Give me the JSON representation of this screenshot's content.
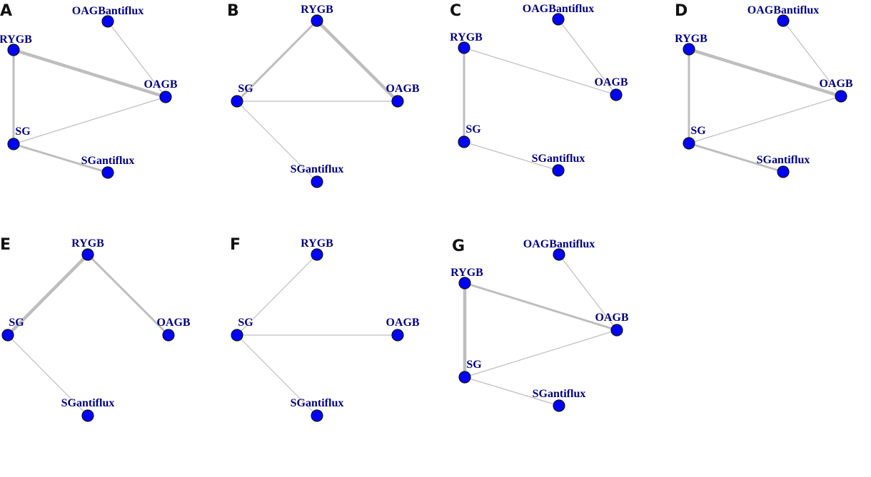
{
  "figure": {
    "node_color": "#0000FF",
    "label_color": "#000080",
    "edge_color": "#BEBEBE",
    "panels": [
      {
        "letter": "A",
        "nodes": [
          "OAGBantiflux",
          "RYGB",
          "OAGB",
          "SG",
          "SGantiflux"
        ],
        "edges": [
          {
            "from": "RYGB",
            "to": "OAGB",
            "weight": "thick"
          },
          {
            "from": "RYGB",
            "to": "SG",
            "weight": "medium"
          },
          {
            "from": "SG",
            "to": "OAGB",
            "weight": "thin"
          },
          {
            "from": "SG",
            "to": "SGantiflux",
            "weight": "medium"
          },
          {
            "from": "OAGBantiflux",
            "to": "OAGB",
            "weight": "thin"
          }
        ]
      },
      {
        "letter": "B",
        "nodes": [
          "RYGB",
          "SG",
          "OAGB",
          "SGantiflux"
        ],
        "edges": [
          {
            "from": "RYGB",
            "to": "OAGB",
            "weight": "thick"
          },
          {
            "from": "RYGB",
            "to": "SG",
            "weight": "medium"
          },
          {
            "from": "SG",
            "to": "OAGB",
            "weight": "thin"
          },
          {
            "from": "SG",
            "to": "SGantiflux",
            "weight": "thin"
          }
        ]
      },
      {
        "letter": "C",
        "nodes": [
          "OAGBantiflux",
          "RYGB",
          "OAGB",
          "SG",
          "SGantiflux"
        ],
        "edges": [
          {
            "from": "RYGB",
            "to": "SG",
            "weight": "medium"
          },
          {
            "from": "RYGB",
            "to": "OAGB",
            "weight": "thin"
          },
          {
            "from": "OAGBantiflux",
            "to": "OAGB",
            "weight": "thin"
          },
          {
            "from": "SG",
            "to": "SGantiflux",
            "weight": "thin"
          }
        ]
      },
      {
        "letter": "D",
        "nodes": [
          "OAGBantiflux",
          "RYGB",
          "OAGB",
          "SG",
          "SGantiflux"
        ],
        "edges": [
          {
            "from": "RYGB",
            "to": "OAGB",
            "weight": "thick"
          },
          {
            "from": "RYGB",
            "to": "SG",
            "weight": "medium"
          },
          {
            "from": "SG",
            "to": "OAGB",
            "weight": "thin"
          },
          {
            "from": "SG",
            "to": "SGantiflux",
            "weight": "medium"
          },
          {
            "from": "OAGBantiflux",
            "to": "OAGB",
            "weight": "thin"
          }
        ]
      },
      {
        "letter": "E",
        "nodes": [
          "RYGB",
          "SG",
          "OAGB",
          "SGantiflux"
        ],
        "edges": [
          {
            "from": "RYGB",
            "to": "SG",
            "weight": "thick"
          },
          {
            "from": "RYGB",
            "to": "OAGB",
            "weight": "medium"
          },
          {
            "from": "SG",
            "to": "SGantiflux",
            "weight": "thin"
          }
        ]
      },
      {
        "letter": "F",
        "nodes": [
          "RYGB",
          "SG",
          "OAGB",
          "SGantiflux"
        ],
        "edges": [
          {
            "from": "SG",
            "to": "RYGB",
            "weight": "thin"
          },
          {
            "from": "SG",
            "to": "OAGB",
            "weight": "thin"
          },
          {
            "from": "SG",
            "to": "SGantiflux",
            "weight": "thin"
          }
        ]
      },
      {
        "letter": "G",
        "nodes": [
          "OAGBantiflux",
          "RYGB",
          "OAGB",
          "SG",
          "SGantiflux"
        ],
        "edges": [
          {
            "from": "RYGB",
            "to": "SG",
            "weight": "thick"
          },
          {
            "from": "RYGB",
            "to": "OAGB",
            "weight": "medium"
          },
          {
            "from": "SG",
            "to": "OAGB",
            "weight": "thin"
          },
          {
            "from": "OAGBantiflux",
            "to": "OAGB",
            "weight": "thin"
          },
          {
            "from": "SG",
            "to": "SGantiflux",
            "weight": "thin"
          }
        ]
      }
    ]
  }
}
